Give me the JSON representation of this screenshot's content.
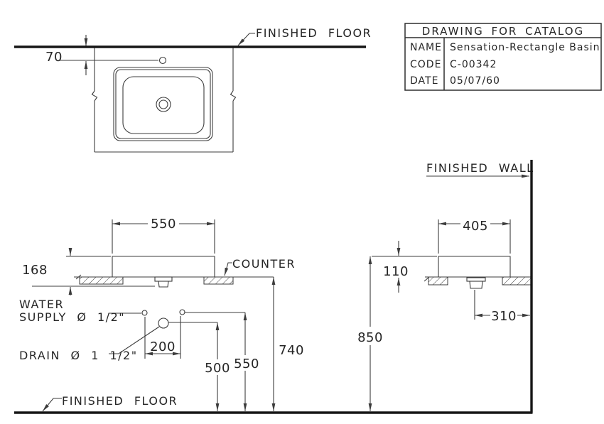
{
  "title_block": {
    "title": "DRAWING FOR CATALOG",
    "rows": [
      {
        "label": "NAME",
        "value": "Sensation-Rectangle Basin"
      },
      {
        "label": "CODE",
        "value": "C-00342"
      },
      {
        "label": "DATE",
        "value": "05/07/60"
      }
    ]
  },
  "labels": {
    "finished_floor_top": "FINISHED FLOOR",
    "finished_floor_bottom": "FINISHED FLOOR",
    "finished_wall": "FINISHED WALL",
    "counter": "COUNTER",
    "water_supply_line1": "WATER",
    "water_supply_line2": "SUPPLY Ø 1/2\"",
    "drain": "DRAIN Ø 1 1/2\""
  },
  "dimensions": {
    "faucet_hole_offset": "70",
    "basin_width": "550",
    "basin_total_height": "168",
    "supply_hole_spacing": "200",
    "drain_height_from_floor": "500",
    "supply_height_from_floor": "550",
    "counter_height_from_floor": "740",
    "basin_depth": "405",
    "rim_above_counter": "110",
    "drain_offset_from_wall": "310",
    "rim_height_from_floor": "850"
  },
  "style": {
    "line_color": "#3c3c3c",
    "heavy_line_color": "#161616",
    "text_color": "#262626",
    "background": "#ffffff"
  }
}
